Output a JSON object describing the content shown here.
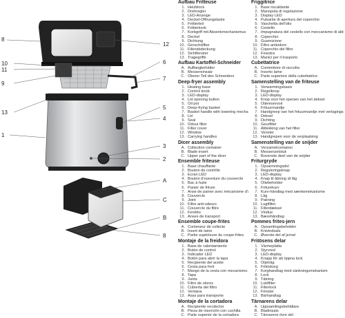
{
  "callouts": {
    "n1": "1",
    "n2": "2",
    "n3": "3",
    "n4": "4",
    "n5": "5",
    "n6": "6",
    "n7": "7",
    "n8a": "8",
    "n8b": "8",
    "n9": "9",
    "n10": "10",
    "n11": "11",
    "n12": "12",
    "n13": "13",
    "A": "A",
    "B": "B",
    "C": "C"
  },
  "col1": [
    {
      "title": "Aufbau Fritteuse",
      "items": [
        [
          "1.",
          "Heizblock"
        ],
        [
          "2.",
          "Drehregler"
        ],
        [
          "3.",
          "LED-Anzeige"
        ],
        [
          "4.",
          "Deckel-Öffnungstaste"
        ],
        [
          "5.",
          "Frittierteil"
        ],
        [
          "6.",
          "Frittierkorb"
        ],
        [
          "7.",
          "Korbgriff mit Absenkmechanismus"
        ],
        [
          "8.",
          "Deckel"
        ],
        [
          "9.",
          "Dichtung"
        ],
        [
          "10.",
          "Geruchsfilter"
        ],
        [
          "11.",
          "Filterabdeckung"
        ],
        [
          "12.",
          "Sichtfenster"
        ],
        [
          "13.",
          "Tragegriffe"
        ]
      ]
    },
    {
      "title": "Aufbau Kartoffel-Schneider",
      "items": [
        [
          "A.",
          "Auffangbehälter"
        ],
        [
          "B.",
          "Messereinsatz"
        ],
        [
          "C.",
          "Oberer Teil des Schneiders"
        ]
      ]
    },
    {
      "title": "Deep-fryer assembly",
      "items": [
        [
          "1.",
          "Heating base"
        ],
        [
          "2.",
          "Control knob"
        ],
        [
          "3.",
          "LED-display"
        ],
        [
          "4.",
          "Lid opening button"
        ],
        [
          "5.",
          "Oil pot"
        ],
        [
          "6.",
          "Deep-frying basket"
        ],
        [
          "7.",
          "Basket handle with lowering mechanism"
        ],
        [
          "8.",
          "Lid"
        ],
        [
          "9.",
          "Seal"
        ],
        [
          "10.",
          "Odour filter"
        ],
        [
          "11.",
          "Filter cover"
        ],
        [
          "12.",
          "Window"
        ],
        [
          "13.",
          "Carrying handles"
        ]
      ]
    },
    {
      "title": "Dicer assembly",
      "items": [
        [
          "A.",
          "Collection container"
        ],
        [
          "B.",
          "Blade insert"
        ],
        [
          "C.",
          "Upper part of the dicer"
        ]
      ]
    },
    {
      "title": "Ensemble friteuse",
      "items": [
        [
          "1.",
          "Base chauffante"
        ],
        [
          "2.",
          "Bouton de contrôle"
        ],
        [
          "3.",
          "Écran LED"
        ],
        [
          "4.",
          "Bouton d'ouverture du couvercle"
        ],
        [
          "5.",
          "Bac à huile"
        ],
        [
          "6.",
          "Panier de friture"
        ],
        [
          "7.",
          "Anse de panier avec mécanisme d'abaissement"
        ],
        [
          "8.",
          "Couvercle"
        ],
        [
          "9.",
          "Joint"
        ],
        [
          "10.",
          "Filtre anti-odeurs"
        ],
        [
          "11.",
          "Couvercle du filtre"
        ],
        [
          "12.",
          "Fenêtre"
        ],
        [
          "13.",
          "Anses de transport"
        ]
      ]
    },
    {
      "title": "Ensemble coupe-frites",
      "items": [
        [
          "A.",
          "Conteneur de collecte"
        ],
        [
          "B.",
          "Insert de lame"
        ],
        [
          "C.",
          "Partie supérieure du coupe-frites"
        ]
      ]
    },
    {
      "title": "Montaje de la freidora",
      "items": [
        [
          "1.",
          "Base de calentamiento"
        ],
        [
          "2.",
          "Botón de control"
        ],
        [
          "3.",
          "Indicador LED"
        ],
        [
          "4.",
          "Botón para abrir la tapa"
        ],
        [
          "5.",
          "Recipiente del aceite"
        ],
        [
          "6.",
          "Cesta para freír"
        ],
        [
          "7.",
          "Mango de la cesta con mecanismo de bajada"
        ],
        [
          "8.",
          "Tapa"
        ],
        [
          "9.",
          "Junta"
        ],
        [
          "10.",
          "Filtro de olores"
        ],
        [
          "11.",
          "Cubierta del filtro"
        ],
        [
          "12.",
          "Ventana"
        ],
        [
          "13.",
          "Asas para transporte"
        ]
      ]
    },
    {
      "title": "Montaje de la cortadora",
      "items": [
        [
          "A.",
          "Recipiente recolector"
        ],
        [
          "B.",
          "Pieza de inserción con cuchilla"
        ],
        [
          "C.",
          "Parte superior de la cortadora"
        ]
      ]
    }
  ],
  "col2": [
    {
      "title": "Friggitrice",
      "items": [
        [
          "1.",
          "Base riscaldante"
        ],
        [
          "2.",
          "Manopola di regolazione"
        ],
        [
          "3.",
          "Display LED"
        ],
        [
          "4.",
          "Pulsante di apertura del coperchio"
        ],
        [
          "5.",
          "Vaschetta dell'olio"
        ],
        [
          "6.",
          "Cestello"
        ],
        [
          "7.",
          "Impugnatura del cestello con meccanismo di abbassamento"
        ],
        [
          "8.",
          "Coperchio"
        ],
        [
          "9.",
          "Guarnizione"
        ],
        [
          "10.",
          "Filtro antiodore"
        ],
        [
          "11.",
          "Coperchio del filtro"
        ],
        [
          "12.",
          "Finestra"
        ],
        [
          "13.",
          "Manici per il trasporto"
        ]
      ]
    },
    {
      "title": "Cubettatrice",
      "items": [
        [
          "A.",
          "Contenitore di raccolta"
        ],
        [
          "B.",
          "Inserto lame"
        ],
        [
          "C.",
          "Parte superiore della cubettatrice"
        ]
      ]
    },
    {
      "title": "Samenstelling van de friteuse",
      "items": [
        [
          "1.",
          "Verwarmingsbasis"
        ],
        [
          "2.",
          "Regelknop"
        ],
        [
          "3.",
          "LED-display"
        ],
        [
          "4.",
          "Knop voor het openen van het deksel"
        ],
        [
          "5.",
          "Oliereservoir"
        ],
        [
          "6.",
          "Frituurmandje"
        ],
        [
          "7.",
          "Handgreep van het frituurmandje met verlagingsmechanisme"
        ],
        [
          "8.",
          "Deksel"
        ],
        [
          "9.",
          "Dichting"
        ],
        [
          "10.",
          "Geurfilter"
        ],
        [
          "11.",
          "Afdekking van het filter"
        ],
        [
          "12.",
          "Venster"
        ],
        [
          "13.",
          "Handgrepen voor de verplaatsing"
        ]
      ]
    },
    {
      "title": "Samenstelling van de snijder",
      "items": [
        [
          "A.",
          "Verzamelcontainer"
        ],
        [
          "B.",
          "Messenzetstuk"
        ],
        [
          "C.",
          "Bovenste deel van de snijder"
        ]
      ]
    },
    {
      "title": "Friturgryde",
      "items": [
        [
          "1.",
          "Opvarmningsdel"
        ],
        [
          "2.",
          "Reguleringsknap"
        ],
        [
          "3.",
          "LED-display"
        ],
        [
          "4.",
          "Knap til åbning af låg"
        ],
        [
          "5.",
          "Oliebeholder"
        ],
        [
          "6.",
          "Friturekurv"
        ],
        [
          "7.",
          "Kurv-håndtag med sænkemekanisme"
        ],
        [
          "8.",
          "Låg"
        ],
        [
          "9.",
          "Pakning"
        ],
        [
          "10.",
          "Lugtfilter"
        ],
        [
          "11.",
          "Filterdæksel"
        ],
        [
          "12.",
          "Vindue"
        ],
        [
          "13.",
          "Bærehåndtag"
        ]
      ]
    },
    {
      "title": "Pommes frites-jern",
      "items": [
        [
          "A.",
          "Opsamlingsbeholder"
        ],
        [
          "B.",
          "Knivindsats"
        ],
        [
          "C.",
          "Øverste del af jernet"
        ]
      ]
    },
    {
      "title": "Fritösens delar",
      "items": [
        [
          "1.",
          "Värmeplatta"
        ],
        [
          "2.",
          "Styrvred"
        ],
        [
          "3.",
          "LED-display"
        ],
        [
          "4.",
          "Knapp för att öppna lock"
        ],
        [
          "5.",
          "Oljetråg"
        ],
        [
          "6.",
          "Fritöskorg"
        ],
        [
          "7.",
          "Korghandtag med sänkningsmekanism"
        ],
        [
          "8.",
          "Lock"
        ],
        [
          "9.",
          "Tätning"
        ],
        [
          "10.",
          "Luktfilter"
        ],
        [
          "11.",
          "Filterlock"
        ],
        [
          "12.",
          "Fönster"
        ],
        [
          "13.",
          "Bärhandtag"
        ]
      ]
    },
    {
      "title": "Tärnarens delar",
      "items": [
        [
          "A.",
          "Uppsamlingsbehållare"
        ],
        [
          "B.",
          "Bladinsats"
        ],
        [
          "C.",
          "Tärnarens övre del"
        ]
      ]
    }
  ],
  "colors": {
    "steel": "#d9dadb",
    "black": "#1e1e1e",
    "line": "#555555"
  }
}
